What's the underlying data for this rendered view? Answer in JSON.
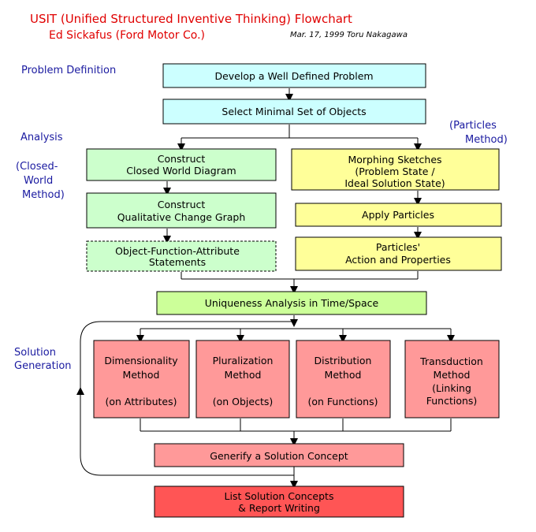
{
  "header": {
    "title": "USIT (Unified Structured Inventive Thinking) Flowchart",
    "author": "Ed Sickafus (Ford Motor Co.)",
    "date": "Mar. 17, 1999 Toru Nakagawa"
  },
  "side_labels": {
    "problem_definition": "Problem Definition",
    "analysis": "Analysis",
    "closed_world_method": [
      "(Closed-",
      "World",
      "Method)"
    ],
    "particles_method": [
      "(Particles",
      "Method)"
    ],
    "solution_generation": [
      "Solution",
      "Generation"
    ]
  },
  "boxes": {
    "develop_problem": [
      "Develop a Well Defined Problem"
    ],
    "select_objects": [
      "Select Minimal Set of Objects"
    ],
    "closed_world_diagram": [
      "Construct",
      "Closed World Diagram"
    ],
    "qualitative_change_graph": [
      "Construct",
      "Qualitative Change Graph"
    ],
    "ofa_statements": [
      "Object-Function-Attribute",
      "Statements"
    ],
    "morphing_sketches": [
      "Morphing Sketches",
      "(Problem State /",
      "Ideal Solution State)"
    ],
    "apply_particles": [
      "Apply Particles"
    ],
    "particles_action": [
      "Particles'",
      "Action and Properties"
    ],
    "uniqueness": [
      "Uniqueness Analysis in Time/Space"
    ],
    "dimensionality": [
      "Dimensionality",
      "Method",
      "",
      "(on Attributes)"
    ],
    "pluralization": [
      "Pluralization",
      "Method",
      "",
      "(on Objects)"
    ],
    "distribution": [
      "Distribution",
      "Method",
      "",
      "(on Functions)"
    ],
    "transduction": [
      "Transduction",
      "Method",
      "(Linking",
      "Functions)"
    ],
    "generify": [
      "Generify a Solution Concept"
    ],
    "list_concepts": [
      "List Solution Concepts",
      "& Report Writing"
    ]
  },
  "colors": {
    "definition_fill": "#ccffff",
    "closed_world_fill": "#ccffcc",
    "particles_fill": "#ffff99",
    "uniqueness_fill": "#ccff99",
    "method_fill": "#ff9999",
    "final_fill": "#ff5555",
    "side_text": "#1a1aa0",
    "title_text": "#e00000"
  }
}
